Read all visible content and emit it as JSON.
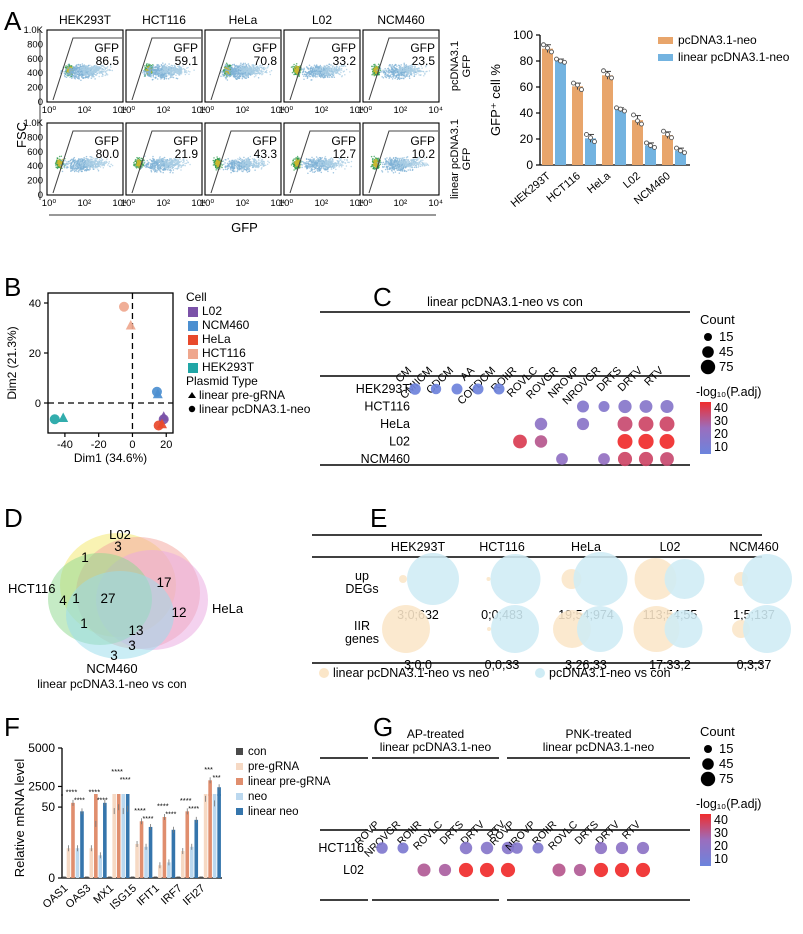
{
  "panels": {
    "A": "A",
    "B": "B",
    "C": "C",
    "D": "D",
    "E": "E",
    "F": "F",
    "G": "G"
  },
  "panelA": {
    "columns": [
      "HEK293T",
      "HCT116",
      "HeLa",
      "L02",
      "NCM460"
    ],
    "row_labels": [
      "pcDNA3.1\nGFP",
      "linear pcDNA3.1\nGFP"
    ],
    "row1_label_l1": "pcDNA3.1",
    "row1_label_l2": "GFP",
    "row2_label_l1": "linear pcDNA3.1",
    "row2_label_l2": "GFP",
    "y_axis_label": "FSC",
    "x_axis_label": "GFP",
    "y_ticks": [
      "1.0K",
      "800",
      "600",
      "400",
      "200",
      "0"
    ],
    "x_ticks": [
      "10⁰",
      "10²",
      "10⁴"
    ],
    "gate_label": "GFP",
    "row1_values": [
      "86.5",
      "59.1",
      "70.8",
      "33.2",
      "23.5"
    ],
    "row2_values": [
      "80.0",
      "21.9",
      "43.3",
      "12.7",
      "10.2"
    ],
    "chart_data": {
      "type": "bar",
      "title": "",
      "ylabel": "GFP⁺ cell %",
      "xlabel": "",
      "ylim": [
        0,
        100
      ],
      "yticks": [
        0,
        20,
        40,
        60,
        80,
        100
      ],
      "categories": [
        "HEK293T",
        "HCT116",
        "HeLa",
        "L02",
        "NCM460"
      ],
      "series": [
        {
          "name": "pcDNA3.1-neo",
          "color": "#E8A56B",
          "values": [
            89.5,
            60.5,
            69.0,
            34.5,
            23.0
          ],
          "errors": [
            3.0,
            2.5,
            3.0,
            3.5,
            2.5
          ],
          "points": [
            [
              92.5,
              90.0,
              87.0
            ],
            [
              63.0,
              61.5,
              58.0
            ],
            [
              72.5,
              69.5,
              67.0
            ],
            [
              38.5,
              34.0,
              31.5
            ],
            [
              26.0,
              23.5,
              21.0
            ]
          ]
        },
        {
          "name": "linear pcDNA3.1-neo",
          "color": "#73B3E0",
          "values": [
            80.0,
            20.5,
            42.5,
            15.0,
            11.0
          ],
          "errors": [
            1.5,
            3.0,
            1.5,
            2.0,
            2.0
          ],
          "points": [
            [
              81.5,
              80.0,
              79.0
            ],
            [
              23.5,
              21.0,
              18.0
            ],
            [
              44.0,
              43.0,
              41.5
            ],
            [
              17.0,
              15.0,
              13.5
            ],
            [
              13.0,
              11.0,
              9.5
            ]
          ]
        }
      ],
      "legend": [
        "pcDNA3.1-neo",
        "linear pcDNA3.1-neo"
      ],
      "legend_position": "top-right"
    }
  },
  "panelB": {
    "xlabel": "Dim1 (34.6%)",
    "ylabel": "Dim2 (21.3%)",
    "xticks": [
      "-40",
      "-20",
      "0",
      "20"
    ],
    "yticks": [
      "0",
      "20",
      "40"
    ],
    "legend_title_cell": "Cell",
    "legend_title_plasmid": "Plasmid Type",
    "cell_legend": [
      {
        "label": "L02",
        "color": "#7B52A8"
      },
      {
        "label": "NCM460",
        "color": "#4C8FD0"
      },
      {
        "label": "HeLa",
        "color": "#E8492B"
      },
      {
        "label": "HCT116",
        "color": "#EFA78E"
      },
      {
        "label": "HEK293T",
        "color": "#21A6A6"
      }
    ],
    "plasmid_legend": [
      {
        "label": "linear pre-gRNA",
        "shape": "triangle"
      },
      {
        "label": "linear pcDNA3.1-neo",
        "shape": "circle"
      }
    ],
    "chart_data": {
      "type": "scatter",
      "xlabel": "Dim1 (34.6%)",
      "ylabel": "Dim2 (21.3%)",
      "xlim": [
        -50,
        24
      ],
      "ylim": [
        -12,
        44
      ],
      "points": [
        {
          "cell": "HCT116",
          "plasmid": "linear pcDNA3.1-neo",
          "x": -5,
          "y": 38.5,
          "color": "#EFA78E",
          "shape": "circle"
        },
        {
          "cell": "HCT116",
          "plasmid": "linear pre-gRNA",
          "x": -1,
          "y": 31.0,
          "color": "#EFA78E",
          "shape": "triangle"
        },
        {
          "cell": "NCM460",
          "plasmid": "linear pcDNA3.1-neo",
          "x": 14.5,
          "y": 4.5,
          "color": "#4C8FD0",
          "shape": "circle"
        },
        {
          "cell": "NCM460",
          "plasmid": "linear pre-gRNA",
          "x": 15.0,
          "y": 3.5,
          "color": "#4C8FD0",
          "shape": "triangle"
        },
        {
          "cell": "HEK293T",
          "plasmid": "linear pcDNA3.1-neo",
          "x": -46,
          "y": -6.5,
          "color": "#21A6A6",
          "shape": "circle"
        },
        {
          "cell": "HEK293T",
          "plasmid": "linear pre-gRNA",
          "x": -41,
          "y": -6.0,
          "color": "#21A6A6",
          "shape": "triangle"
        },
        {
          "cell": "L02",
          "plasmid": "linear pcDNA3.1-neo",
          "x": 18.5,
          "y": -6.5,
          "color": "#7B52A8",
          "shape": "circle"
        },
        {
          "cell": "L02",
          "plasmid": "linear pre-gRNA",
          "x": 18.5,
          "y": -5.5,
          "color": "#7B52A8",
          "shape": "triangle"
        },
        {
          "cell": "HeLa",
          "plasmid": "linear pcDNA3.1-neo",
          "x": 15.5,
          "y": -9.0,
          "color": "#E8492B",
          "shape": "circle"
        },
        {
          "cell": "HeLa",
          "plasmid": "linear pre-gRNA",
          "x": 17.5,
          "y": -8.5,
          "color": "#E8492B",
          "shape": "triangle"
        }
      ]
    }
  },
  "panelC": {
    "title": "linear pcDNA3.1-neo vs con",
    "rows": [
      "HEK293T",
      "HCT116",
      "HeLa",
      "L02",
      "NCM460"
    ],
    "columns": [
      "CM",
      "CMIICM",
      "CDCM",
      "AA",
      "COFDCM",
      "ROIIR",
      "ROVLC",
      "ROVGR",
      "NROVP",
      "NROVGR",
      "DRTS",
      "DRTV",
      "RTV"
    ],
    "count_legend_title": "Count",
    "count_legend_values": [
      "15",
      "45",
      "75"
    ],
    "color_legend_title": "-log₁₀(P.adj)",
    "color_legend_values": [
      "40",
      "30",
      "20",
      "10"
    ],
    "chart_data": {
      "type": "scatter",
      "subtype": "dotplot",
      "rows": [
        "HEK293T",
        "HCT116",
        "HeLa",
        "L02",
        "NCM460"
      ],
      "columns": [
        "CM",
        "CMIICM",
        "CDCM",
        "AA",
        "COFDCM",
        "ROIIR",
        "ROVLC",
        "ROVGR",
        "NROVP",
        "NROVGR",
        "DRTS",
        "DRTV",
        "RTV"
      ],
      "dots": [
        {
          "row": 0,
          "col": 0,
          "count": 26,
          "padj": 11
        },
        {
          "row": 0,
          "col": 1,
          "count": 18,
          "padj": 11
        },
        {
          "row": 0,
          "col": 2,
          "count": 22,
          "padj": 11
        },
        {
          "row": 0,
          "col": 3,
          "count": 22,
          "padj": 11
        },
        {
          "row": 0,
          "col": 4,
          "count": 22,
          "padj": 11
        },
        {
          "row": 1,
          "col": 8,
          "count": 30,
          "padj": 18
        },
        {
          "row": 1,
          "col": 9,
          "count": 22,
          "padj": 18
        },
        {
          "row": 1,
          "col": 10,
          "count": 42,
          "padj": 19
        },
        {
          "row": 1,
          "col": 11,
          "count": 38,
          "padj": 19
        },
        {
          "row": 1,
          "col": 12,
          "count": 40,
          "padj": 19
        },
        {
          "row": 2,
          "col": 6,
          "count": 34,
          "padj": 21
        },
        {
          "row": 2,
          "col": 8,
          "count": 32,
          "padj": 20
        },
        {
          "row": 2,
          "col": 10,
          "count": 62,
          "padj": 33
        },
        {
          "row": 2,
          "col": 11,
          "count": 62,
          "padj": 34
        },
        {
          "row": 2,
          "col": 12,
          "count": 62,
          "padj": 34
        },
        {
          "row": 3,
          "col": 5,
          "count": 48,
          "padj": 36
        },
        {
          "row": 3,
          "col": 6,
          "count": 34,
          "padj": 30
        },
        {
          "row": 3,
          "col": 10,
          "count": 62,
          "padj": 40
        },
        {
          "row": 3,
          "col": 11,
          "count": 66,
          "padj": 40
        },
        {
          "row": 3,
          "col": 12,
          "count": 62,
          "padj": 40
        },
        {
          "row": 4,
          "col": 7,
          "count": 28,
          "padj": 22
        },
        {
          "row": 4,
          "col": 9,
          "count": 28,
          "padj": 23
        },
        {
          "row": 4,
          "col": 10,
          "count": 52,
          "padj": 34
        },
        {
          "row": 4,
          "col": 11,
          "count": 52,
          "padj": 34
        },
        {
          "row": 4,
          "col": 12,
          "count": 48,
          "padj": 33
        }
      ]
    }
  },
  "panelD": {
    "caption": "linear pcDNA3.1-neo vs con",
    "set_labels": {
      "top": "L02",
      "left": "HCT116",
      "right": "HeLa",
      "bottom": "NCM460"
    },
    "chart_data": {
      "type": "venn",
      "sets": [
        "L02",
        "HCT116",
        "HeLa",
        "NCM460"
      ],
      "regions": [
        {
          "label": "3",
          "x": 126,
          "y": 547
        },
        {
          "label": "1",
          "x": 89,
          "y": 560
        },
        {
          "label": "17",
          "x": 166,
          "y": 583
        },
        {
          "label": "4",
          "x": 65,
          "y": 602
        },
        {
          "label": "1",
          "x": 77,
          "y": 598
        },
        {
          "label": "27",
          "x": 109,
          "y": 600
        },
        {
          "label": "12",
          "x": 181,
          "y": 611
        },
        {
          "label": "1",
          "x": 86,
          "y": 624
        },
        {
          "label": "13",
          "x": 137,
          "y": 630
        },
        {
          "label": "3",
          "x": 133,
          "y": 645
        },
        {
          "label": "3",
          "x": 116,
          "y": 655
        }
      ]
    }
  },
  "panelE": {
    "columns": [
      "HEK293T",
      "HCT116",
      "HeLa",
      "L02",
      "NCM460"
    ],
    "row_labels": [
      [
        "up",
        "DEGs"
      ],
      [
        "IIR",
        "genes"
      ]
    ],
    "up_degs_values": [
      "3;0;632",
      "0;0;483",
      "19;54;974",
      "113;54;55",
      "1;5;137"
    ],
    "iir_genes_values": [
      "3;0;0",
      "0;0;33",
      "3;26;33",
      "17;33;2",
      "0;3;37"
    ],
    "legend": [
      {
        "label": "linear pcDNA3.1-neo vs neo",
        "color": "#FBE6C8"
      },
      {
        "label": "pcDNA3.1-neo vs con",
        "color": "#CFECF5"
      }
    ],
    "chart_data": {
      "type": "venn",
      "columns": [
        "HEK293T",
        "HCT116",
        "HeLa",
        "L02",
        "NCM460"
      ],
      "rows": [
        {
          "name": "up DEGs",
          "values": [
            "3;0;632",
            "0;0;483",
            "19;54;974",
            "113;54;55",
            "1;5;137"
          ],
          "circles": [
            {
              "r_orange": 4,
              "r_blue": 26,
              "overlap": 0
            },
            {
              "r_orange": 2,
              "r_blue": 25,
              "overlap": 0
            },
            {
              "r_orange": 10,
              "r_blue": 27,
              "overlap": 8
            },
            {
              "r_orange": 21,
              "r_blue": 20,
              "overlap": 12
            },
            {
              "r_orange": 7,
              "r_blue": 25,
              "overlap": 6
            }
          ]
        },
        {
          "name": "IIR genes",
          "values": [
            "3;0;0",
            "0;0;33",
            "3;26;33",
            "17;33;2",
            "0;3;37"
          ],
          "circles": [
            {
              "r_orange": 24,
              "r_blue": 0,
              "overlap": 0
            },
            {
              "r_orange": 2,
              "r_blue": 24,
              "overlap": 0
            },
            {
              "r_orange": 19,
              "r_blue": 23,
              "overlap": 14
            },
            {
              "r_orange": 23,
              "r_blue": 19,
              "overlap": 15
            },
            {
              "r_orange": 9,
              "r_blue": 24,
              "overlap": 7
            }
          ]
        }
      ]
    }
  },
  "panelF": {
    "ylabel": "Relative mRNA level",
    "yticks_lower": [
      "0",
      "50"
    ],
    "yticks_upper": [
      "2500",
      "5000"
    ],
    "legend": [
      {
        "label": "con",
        "color": "#4A4A4A"
      },
      {
        "label": "pre-gRNA",
        "color": "#F6D9C4"
      },
      {
        "label": "linear pre-gRNA",
        "color": "#E08E6E"
      },
      {
        "label": "neo",
        "color": "#BBD8EF"
      },
      {
        "label": "linear neo",
        "color": "#3575AC"
      }
    ],
    "chart_data": {
      "type": "bar",
      "ylabel": "Relative mRNA level",
      "xlabel": "",
      "broken_axis": true,
      "ylim_lower": [
        0,
        55
      ],
      "ylim_upper": [
        2400,
        5000
      ],
      "categories": [
        "OAS1",
        "OAS3",
        "MX1",
        "ISG15",
        "IFIT1",
        "IRF7",
        "IFI27"
      ],
      "series": [
        {
          "name": "con",
          "color": "#4A4A4A",
          "values": [
            1,
            1,
            1,
            1,
            1,
            1,
            1
          ]
        },
        {
          "name": "pre-gRNA",
          "color": "#F6D9C4",
          "values": [
            21,
            21,
            900,
            24,
            9,
            19,
            1700
          ]
        },
        {
          "name": "linear pre-gRNA",
          "color": "#E08E6E",
          "values": [
            53,
            67,
            1150,
            40,
            43,
            47,
            2900
          ]
        },
        {
          "name": "neo",
          "color": "#BBD8EF",
          "values": [
            21,
            16,
            900,
            22,
            11,
            22,
            1400
          ]
        },
        {
          "name": "linear neo",
          "color": "#3575AC",
          "values": [
            47,
            53,
            1050,
            36,
            34,
            41,
            2450
          ]
        }
      ],
      "significance": [
        "****",
        "****",
        "****",
        "****",
        "****",
        "****",
        "***"
      ]
    }
  },
  "panelG": {
    "group_titles": [
      [
        "AP-treated",
        "linear pcDNA3.1-neo"
      ],
      [
        "PNK-treated",
        "linear pcDNA3.1-neo"
      ]
    ],
    "rows": [
      "HCT116",
      "L02"
    ],
    "columns": [
      "ROVP",
      "NROVGR",
      "ROIIR",
      "ROVLC",
      "DRTS",
      "DRTV",
      "RTV"
    ],
    "columns2": [
      "ROVP",
      "NROVP",
      "ROIIR",
      "ROVLC",
      "DRTS",
      "DRTV",
      "RTV"
    ],
    "count_legend_title": "Count",
    "count_legend_values": [
      "15",
      "45",
      "75"
    ],
    "color_legend_title": "-log₁₀(P.adj)",
    "color_legend_values": [
      "40",
      "30",
      "20",
      "10"
    ],
    "chart_data": {
      "type": "scatter",
      "subtype": "dotplot",
      "groups": [
        {
          "name": "AP-treated linear pcDNA3.1-neo",
          "columns": [
            "ROVP",
            "NROVGR",
            "ROIIR",
            "ROVLC",
            "DRTS",
            "DRTV",
            "RTV"
          ],
          "rows": [
            "HCT116",
            "L02"
          ],
          "dots": [
            {
              "row": 0,
              "col": 0,
              "count": 26,
              "padj": 17
            },
            {
              "row": 0,
              "col": 1,
              "count": 22,
              "padj": 16
            },
            {
              "row": 0,
              "col": 4,
              "count": 34,
              "padj": 19
            },
            {
              "row": 0,
              "col": 5,
              "count": 34,
              "padj": 19
            },
            {
              "row": 0,
              "col": 6,
              "count": 34,
              "padj": 19
            },
            {
              "row": 1,
              "col": 2,
              "count": 40,
              "padj": 29
            },
            {
              "row": 1,
              "col": 3,
              "count": 32,
              "padj": 28
            },
            {
              "row": 1,
              "col": 4,
              "count": 52,
              "padj": 40
            },
            {
              "row": 1,
              "col": 5,
              "count": 52,
              "padj": 40
            },
            {
              "row": 1,
              "col": 6,
              "count": 52,
              "padj": 40
            }
          ]
        },
        {
          "name": "PNK-treated linear pcDNA3.1-neo",
          "columns": [
            "ROVP",
            "NROVP",
            "ROIIR",
            "ROVLC",
            "DRTS",
            "DRTV",
            "RTV"
          ],
          "rows": [
            "HCT116",
            "L02"
          ],
          "dots": [
            {
              "row": 0,
              "col": 0,
              "count": 26,
              "padj": 18
            },
            {
              "row": 0,
              "col": 1,
              "count": 22,
              "padj": 17
            },
            {
              "row": 0,
              "col": 4,
              "count": 32,
              "padj": 21
            },
            {
              "row": 0,
              "col": 5,
              "count": 32,
              "padj": 21
            },
            {
              "row": 0,
              "col": 6,
              "count": 32,
              "padj": 21
            },
            {
              "row": 1,
              "col": 2,
              "count": 40,
              "padj": 30
            },
            {
              "row": 1,
              "col": 3,
              "count": 32,
              "padj": 29
            },
            {
              "row": 1,
              "col": 4,
              "count": 52,
              "padj": 40
            },
            {
              "row": 1,
              "col": 5,
              "count": 52,
              "padj": 40
            },
            {
              "row": 1,
              "col": 6,
              "count": 52,
              "padj": 40
            }
          ]
        }
      ]
    }
  }
}
